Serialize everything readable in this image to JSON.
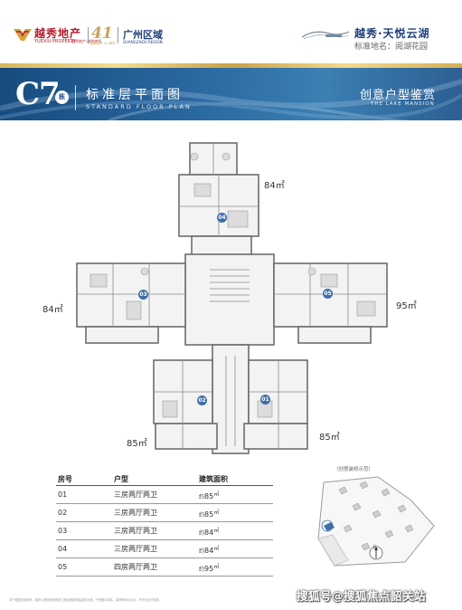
{
  "header": {
    "brand_cn": "越秀地产",
    "brand_en": "YUEXIU PROPERTY",
    "brand_sub": "越秀地产·越秀房托",
    "anniversary": "41",
    "anniversary_sub": "越秀地产 41 周年",
    "region_cn": "广州区域",
    "region_en": "GUANGZHOU REGION",
    "project_name": "越秀·天悦云湖",
    "registered_name": "标准地名：阅湖花园"
  },
  "banner": {
    "building_code": "C7",
    "building_suffix": "栋",
    "title_cn": "标准层平面图",
    "title_en": "STANDARD FLOOR PLAN",
    "slogan_cn": "创意户型鉴赏",
    "slogan_en": "THE LAKE MANSION"
  },
  "plan": {
    "area_labels": [
      "84㎡",
      "84㎡",
      "95㎡",
      "85㎡",
      "85㎡"
    ],
    "unit_badges": [
      "04",
      "03",
      "05",
      "02",
      "01"
    ]
  },
  "table": {
    "headers": [
      "房号",
      "户型",
      "建筑面积"
    ],
    "rows": [
      {
        "no": "01",
        "type": "三房两厅两卫",
        "approx": "约",
        "area": "85",
        "unit": "㎡"
      },
      {
        "no": "02",
        "type": "三房两厅两卫",
        "approx": "约",
        "area": "85",
        "unit": "㎡"
      },
      {
        "no": "03",
        "type": "三房两厅两卫",
        "approx": "约",
        "area": "84",
        "unit": "㎡"
      },
      {
        "no": "04",
        "type": "三房两厅两卫",
        "approx": "约",
        "area": "84",
        "unit": "㎡"
      },
      {
        "no": "05",
        "type": "四房两厅两卫",
        "approx": "约",
        "area": "95",
        "unit": "㎡"
      }
    ]
  },
  "site": {
    "title": "（创意装修示范）",
    "north_label": "北"
  },
  "footer": {
    "note": "本户型图仅供参考，最终以政府批准的施工图及房屋测绘报告为准，户型图中家具、装饰等均为示意，不作为交付标准。",
    "watermark": "搜狐号@搜狐焦点韶关站"
  },
  "colors": {
    "brand_red": "#b31d2a",
    "brand_blue": "#1e3f7a",
    "gold": "#c7a45a",
    "banner_blue": "#2b6aa2"
  }
}
